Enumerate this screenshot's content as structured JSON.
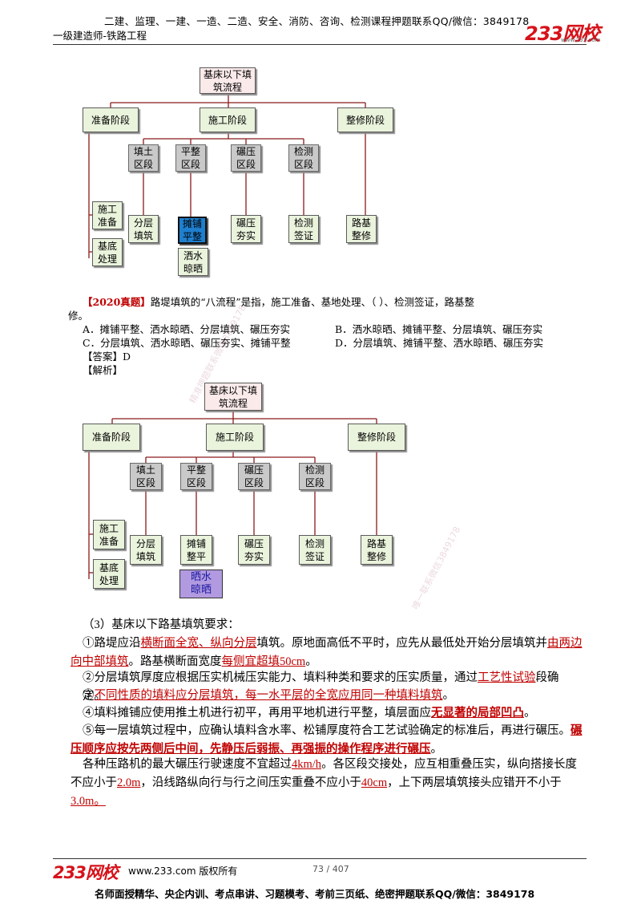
{
  "header": {
    "line1": "二建、监理、一建、一造、二造、安全、消防、咨询、检测课程押题联系QQ/微信：3849178",
    "line2": "一级建造师-铁路工程",
    "logo": "233网校",
    "logo_sub": "www.233.com"
  },
  "flowchart": {
    "title": "基床以下填\n筑流程",
    "stages": [
      "准备阶段",
      "施工阶段",
      "整修阶段"
    ],
    "sections": [
      "填土\n区段",
      "平整\n区段",
      "碾压\n区段",
      "检测\n区段"
    ],
    "prep_steps": [
      "施工\n准备",
      "基底\n处理"
    ],
    "steps": [
      "分层\n填筑",
      "摊铺\n平整",
      "碾压\n夯实",
      "检测\n签证",
      "路基\n整修"
    ],
    "extra_step_1": "洒水\n晾晒",
    "steps_2": [
      "分层\n填筑",
      "摊铺\n整平",
      "碾压\n夯实",
      "检测\n签证",
      "路基\n整修"
    ],
    "extra_step_2": "晒水\n晾晒"
  },
  "question": {
    "tag": "【2020真题】",
    "stem_a": "路堤填筑的“八流程”是指，施工准备、基地处理、（      ）、检测签证，路基整",
    "stem_b": "修。",
    "options": [
      "A．摊铺平整、洒水晾晒、分层填筑、碾压夯实",
      "B．洒水晾晒、摊铺平整、分层填筑、碾压夯实",
      "C．分层填筑、洒水晾晒、碾压夯实、摊铺平整",
      "D．分层填筑、摊铺平整、洒水晾晒、碾压夯实"
    ],
    "answer": "【答案】D",
    "analysis": "【解析】"
  },
  "explanation": {
    "heading": "（3）基床以下路基填筑要求：",
    "p1": [
      "①路堤应沿",
      "横断面全宽、纵向分层",
      "填筑。原地面高低不平时，应先从最低处开始分层填筑并",
      "由两边向中部填筑",
      "。路基横断面宽度",
      "每侧宜超填50cm",
      "。"
    ],
    "p2": [
      "②分层填筑厚度应根据压实机械压实能力、填料种类和要求的压实质量，通过",
      "工艺性试验",
      "段确定。"
    ],
    "p3": [
      "③",
      "不同性质的填料应分层填筑，每一水平层的全宽应用同一种填料填筑",
      "。"
    ],
    "p4": [
      "④填料摊铺应使用推土机进行初平，再用平地机进行平整，填层面应",
      "无显著的局部凹凸",
      "。"
    ],
    "p5": [
      "⑤每一层填筑过程中，应确认填料含水率、松铺厚度符合工艺试验确定的标准后，再进行碾压。",
      "碾压顺序应按先两侧后中间，先静压后弱振、再强振的操作程序进行碾压",
      "。"
    ],
    "p6": [
      "各种压路机的最大碾压行驶速度不宜超过",
      "4km/h",
      "。各区段交接处，应互相重叠压实，纵向搭接长度不应小于",
      "2.0m",
      "，沿线路纵向行与行之间压实重叠不应小于",
      "40cm",
      "，上下两层填筑接头应错开不小于",
      "3.0m。"
    ]
  },
  "footer": {
    "logo": "233网校",
    "site": "www.233.com 版权所有",
    "page": "73 / 407",
    "promo": "名师面授精华、央企内训、考点串讲、习题模考、考前三页纸、绝密押题联系QQ/微信：3849178"
  },
  "watermarks": [
    "精准押题联系微信3849178",
    "唯一联系微信3849178"
  ],
  "colors": {
    "accent_red": "#c00000",
    "brand_red": "#d6121a",
    "highlight_blue": "#1f7fcf",
    "highlight_purple": "#b19adf"
  }
}
